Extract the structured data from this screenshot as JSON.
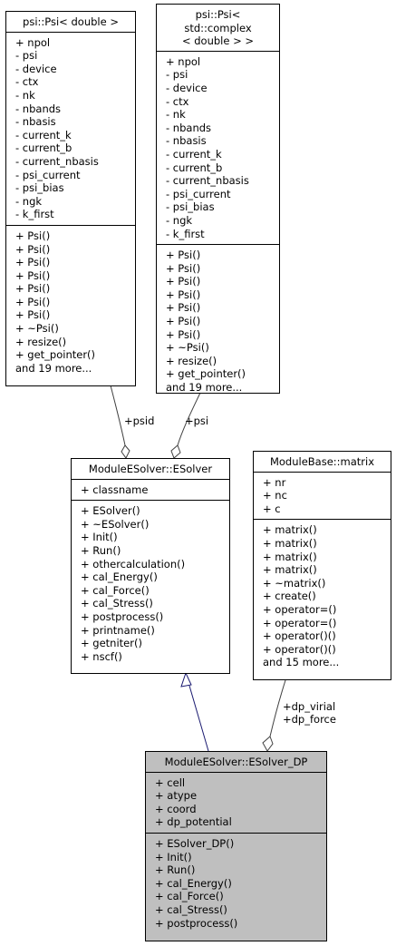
{
  "classes": {
    "psi_double": {
      "title": "psi::Psi< double >",
      "attributes": [
        "+ npol",
        "- psi",
        "- device",
        "- ctx",
        "- nk",
        "- nbands",
        "- nbasis",
        "- current_k",
        "- current_b",
        "- current_nbasis",
        "- psi_current",
        "- psi_bias",
        "- ngk",
        "- k_first"
      ],
      "methods": [
        "+ Psi()",
        "+ Psi()",
        "+ Psi()",
        "+ Psi()",
        "+ Psi()",
        "+ Psi()",
        "+ Psi()",
        "+ ~Psi()",
        "+ resize()",
        "+ get_pointer()",
        "and 19 more..."
      ]
    },
    "psi_complex": {
      "title": "psi::Psi< std::complex\n< double > >",
      "attributes": [
        "+ npol",
        "- psi",
        "- device",
        "- ctx",
        "- nk",
        "- nbands",
        "- nbasis",
        "- current_k",
        "- current_b",
        "- current_nbasis",
        "- psi_current",
        "- psi_bias",
        "- ngk",
        "- k_first"
      ],
      "methods": [
        "+ Psi()",
        "+ Psi()",
        "+ Psi()",
        "+ Psi()",
        "+ Psi()",
        "+ Psi()",
        "+ Psi()",
        "+ ~Psi()",
        "+ resize()",
        "+ get_pointer()",
        "and 19 more..."
      ]
    },
    "esolver": {
      "title": "ModuleESolver::ESolver",
      "attributes": [
        "+ classname"
      ],
      "methods": [
        "+ ESolver()",
        "+ ~ESolver()",
        "+ Init()",
        "+ Run()",
        "+ othercalculation()",
        "+ cal_Energy()",
        "+ cal_Force()",
        "+ cal_Stress()",
        "+ postprocess()",
        "+ printname()",
        "+ getniter()",
        "+ nscf()"
      ]
    },
    "matrix": {
      "title": "ModuleBase::matrix",
      "attributes": [
        "+ nr",
        "+ nc",
        "+ c"
      ],
      "methods": [
        "+ matrix()",
        "+ matrix()",
        "+ matrix()",
        "+ matrix()",
        "+ ~matrix()",
        "+ create()",
        "+ operator=()",
        "+ operator=()",
        "+ operator()()",
        "+ operator()()",
        "and 15 more..."
      ]
    },
    "esolver_dp": {
      "title": "ModuleESolver::ESolver_DP",
      "attributes": [
        "+ cell",
        "+ atype",
        "+ coord",
        "+ dp_potential"
      ],
      "methods": [
        "+ ESolver_DP()",
        "+ Init()",
        "+ Run()",
        "+ cal_Energy()",
        "+ cal_Force()",
        "+ cal_Stress()",
        "+ postprocess()"
      ]
    }
  },
  "edges": {
    "psid_label": "+psid",
    "psi_label": "+psi",
    "dp_label": "+dp_virial\n+dp_force"
  },
  "colors": {
    "inheritance_edge": "#191970",
    "association_edge": "#404040",
    "highlight_fill": "#bfbfbf"
  }
}
